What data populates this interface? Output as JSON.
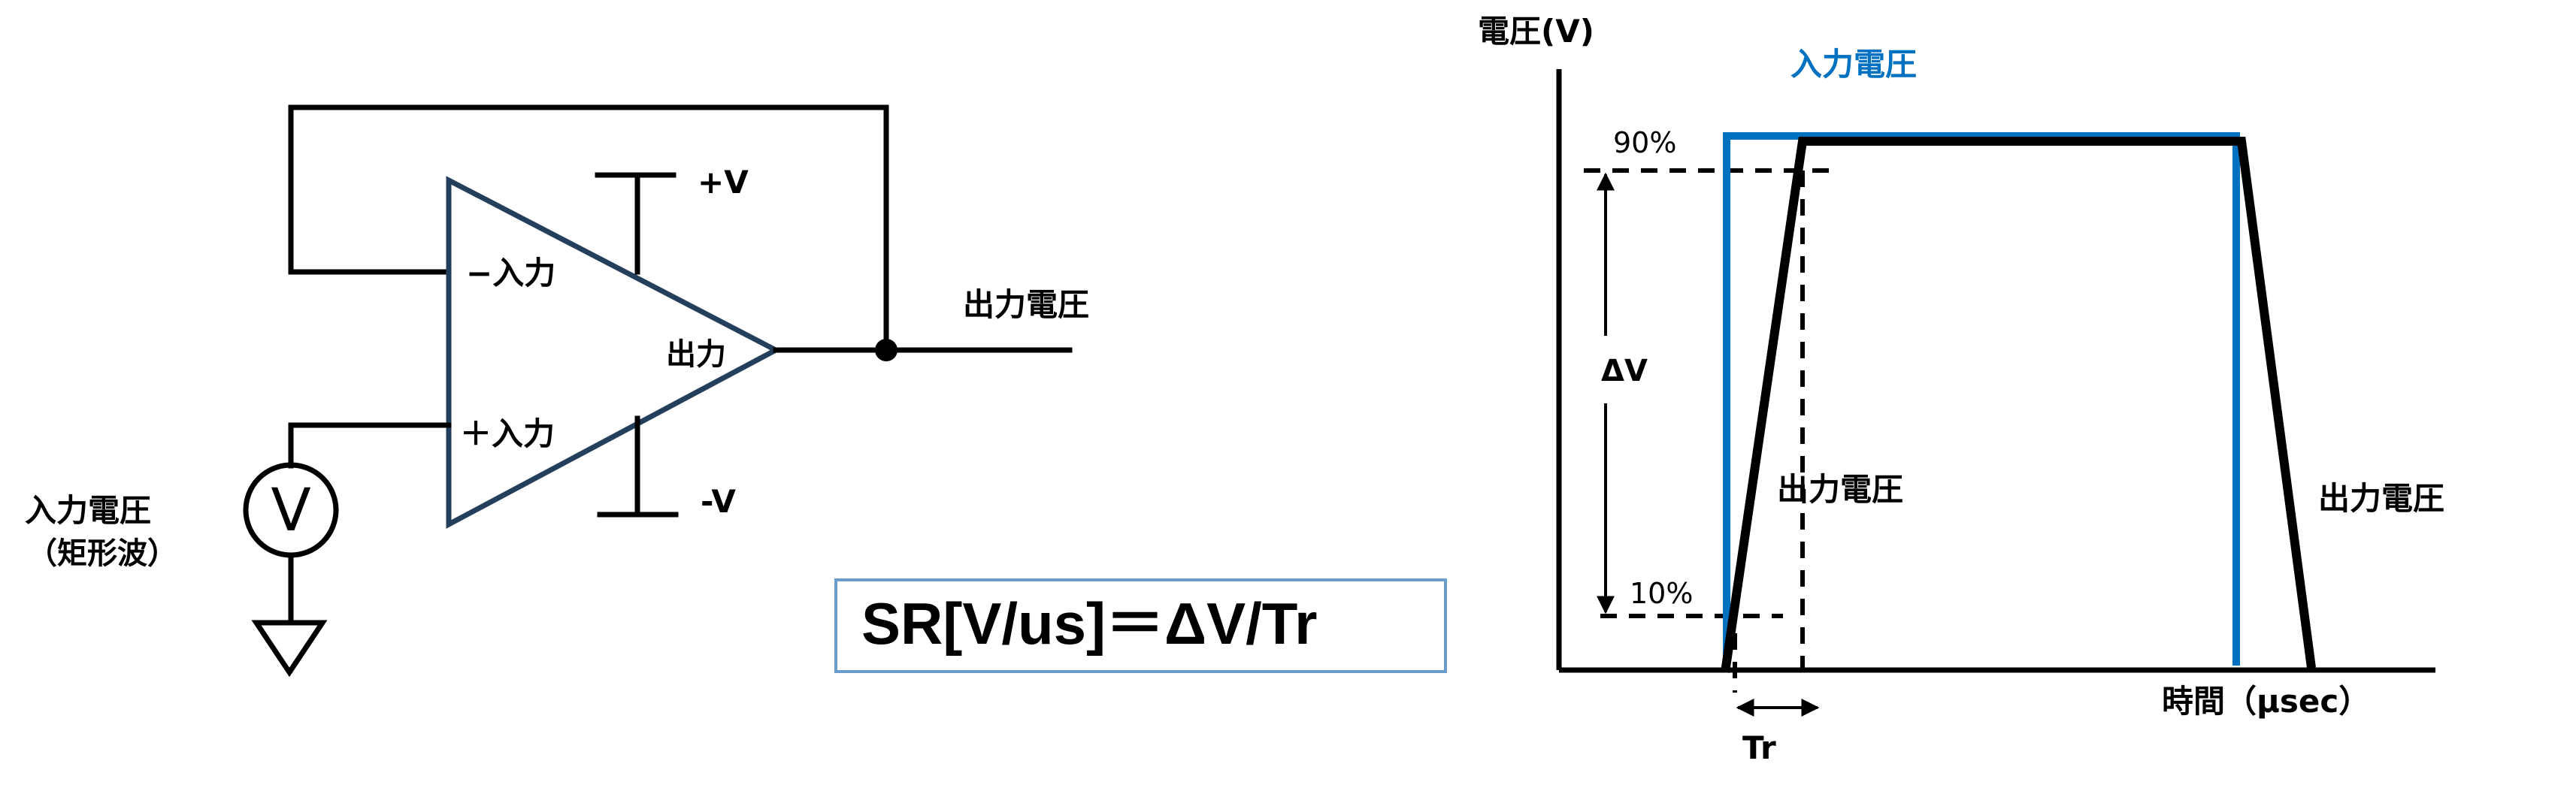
{
  "circuit": {
    "minus_input_label": "−入力",
    "plus_input_label": "＋入力",
    "output_label": "出力",
    "positive_supply_label": "+V",
    "negative_supply_label": "-V",
    "output_voltage_label": "出力電圧",
    "input_voltage_label": "入力電圧",
    "input_voltage_sublabel": "（矩形波）",
    "source_symbol": "V"
  },
  "formula": {
    "text": "SR[V/us]＝ΔV/Tr",
    "border_color": "#6a9ccc"
  },
  "waveform": {
    "y_axis_label": "電圧(V)",
    "x_axis_label": "時間（μsec）",
    "input_series_label": "入力電圧",
    "output_rise_label": "出力電圧",
    "output_fall_label": "出力電圧",
    "level_90_label": "90%",
    "level_10_label": "10%",
    "delta_v_label": "ΔV",
    "rise_time_label": "Tr",
    "colors": {
      "input": "#0070c0",
      "output": "#000000",
      "opamp": "#243f5c"
    }
  }
}
